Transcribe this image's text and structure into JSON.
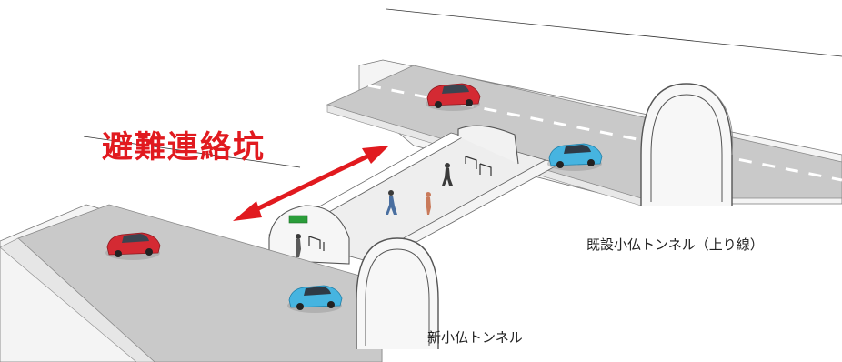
{
  "diagram": {
    "title": "避難連絡坑",
    "labels": {
      "existing_tunnel": "既設小仏トンネル（上り線）",
      "new_tunnel": "新小仏トンネル"
    },
    "colors": {
      "title_red": "#e11a1f",
      "arrow_red": "#e11a1f",
      "car_red": "#d42a33",
      "car_blue": "#46b4e0",
      "road": "#c9c9c9",
      "tunnel_wall": "#ffffff",
      "sign_green": "#2a9d3a"
    }
  }
}
